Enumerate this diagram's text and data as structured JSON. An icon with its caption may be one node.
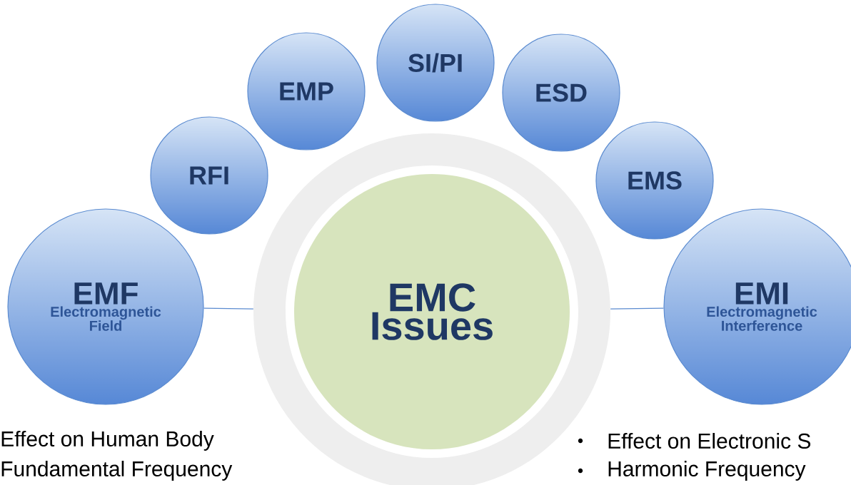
{
  "diagram": {
    "nodes": [
      {
        "text": [
          "EMF",
          "Electromagnetic Field"
        ]
      },
      {
        "text": [
          "RFI"
        ]
      },
      {
        "text": [
          "EMP"
        ]
      },
      {
        "text": [
          "SI/PI"
        ]
      },
      {
        "text": [
          "ESD"
        ]
      },
      {
        "text": [
          "EMS"
        ]
      },
      {
        "text": [],
        "shape": "circle"
      },
      {
        "text": [
          "EMC Issues"
        ],
        "in": 6
      },
      {
        "text": [
          "EMI",
          "Electromagnetic Interference"
        ]
      }
    ],
    "edges": [
      {
        "from": 0,
        "to": 6,
        "arrow": "none"
      },
      {
        "from": 8,
        "to": 6,
        "arrow": "none"
      }
    ],
    "labels": [
      "Effect on Human Body",
      "Fundamental Frequency",
      "Effect on Electronic S",
      "Harmonic Frequency"
    ]
  }
}
